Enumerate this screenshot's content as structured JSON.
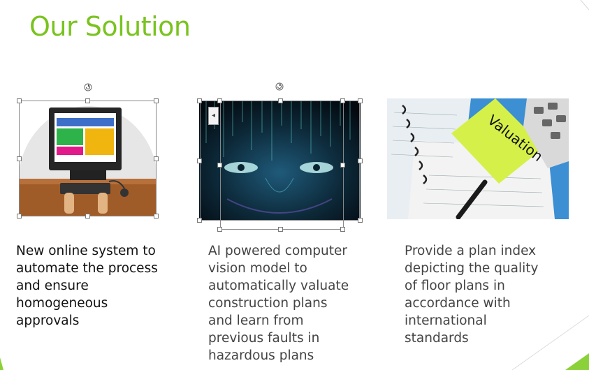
{
  "slide": {
    "title": "Our Solution",
    "accent_color": "#7ac31f"
  },
  "columns": [
    {
      "caption_lines": [
        "New online system to",
        "automate the process",
        "and ensure",
        "homogeneous",
        "approvals"
      ],
      "image": "computer-desk-illustration"
    },
    {
      "caption_lines": [
        "AI powered computer",
        "vision model to",
        "automatically valuate",
        "construction plans",
        "and learn from",
        "previous faults in",
        "hazardous plans"
      ],
      "image": "ai-digital-face-photo"
    },
    {
      "caption_lines": [
        "Provide a plan index",
        "depicting the quality",
        "of floor plans in",
        "accordance with",
        "international",
        "standards"
      ],
      "image": "valuation-sticky-note-photo"
    }
  ],
  "sticky_note_text": "Valuation",
  "icons": [
    "rotate-handle-icon",
    "collapse-arrow-icon"
  ]
}
